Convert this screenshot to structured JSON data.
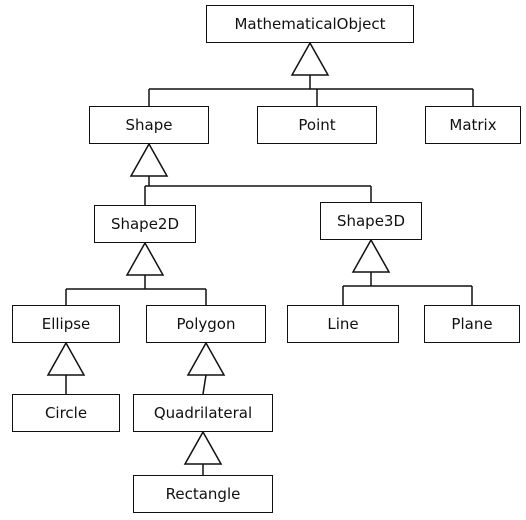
{
  "diagram": {
    "type": "uml-class-inheritance",
    "nodes": [
      {
        "id": "mathematical-object",
        "label": "MathematicalObject"
      },
      {
        "id": "shape",
        "label": "Shape"
      },
      {
        "id": "point",
        "label": "Point"
      },
      {
        "id": "matrix",
        "label": "Matrix"
      },
      {
        "id": "shape2d",
        "label": "Shape2D"
      },
      {
        "id": "shape3d",
        "label": "Shape3D"
      },
      {
        "id": "ellipse",
        "label": "Ellipse"
      },
      {
        "id": "polygon",
        "label": "Polygon"
      },
      {
        "id": "line",
        "label": "Line"
      },
      {
        "id": "plane",
        "label": "Plane"
      },
      {
        "id": "circle",
        "label": "Circle"
      },
      {
        "id": "quadrilateral",
        "label": "Quadrilateral"
      },
      {
        "id": "rectangle",
        "label": "Rectangle"
      }
    ],
    "inheritance": [
      {
        "parent": "mathematical-object",
        "children": [
          "shape",
          "point",
          "matrix"
        ]
      },
      {
        "parent": "shape",
        "children": [
          "shape2d",
          "shape3d"
        ]
      },
      {
        "parent": "shape2d",
        "children": [
          "ellipse",
          "polygon"
        ]
      },
      {
        "parent": "shape3d",
        "children": [
          "line",
          "plane"
        ]
      },
      {
        "parent": "ellipse",
        "children": [
          "circle"
        ]
      },
      {
        "parent": "polygon",
        "children": [
          "quadrilateral"
        ]
      },
      {
        "parent": "quadrilateral",
        "children": [
          "rectangle"
        ]
      }
    ],
    "colors": {
      "line": "#111111",
      "box_fill": "#ffffff",
      "text": "#111111"
    }
  }
}
